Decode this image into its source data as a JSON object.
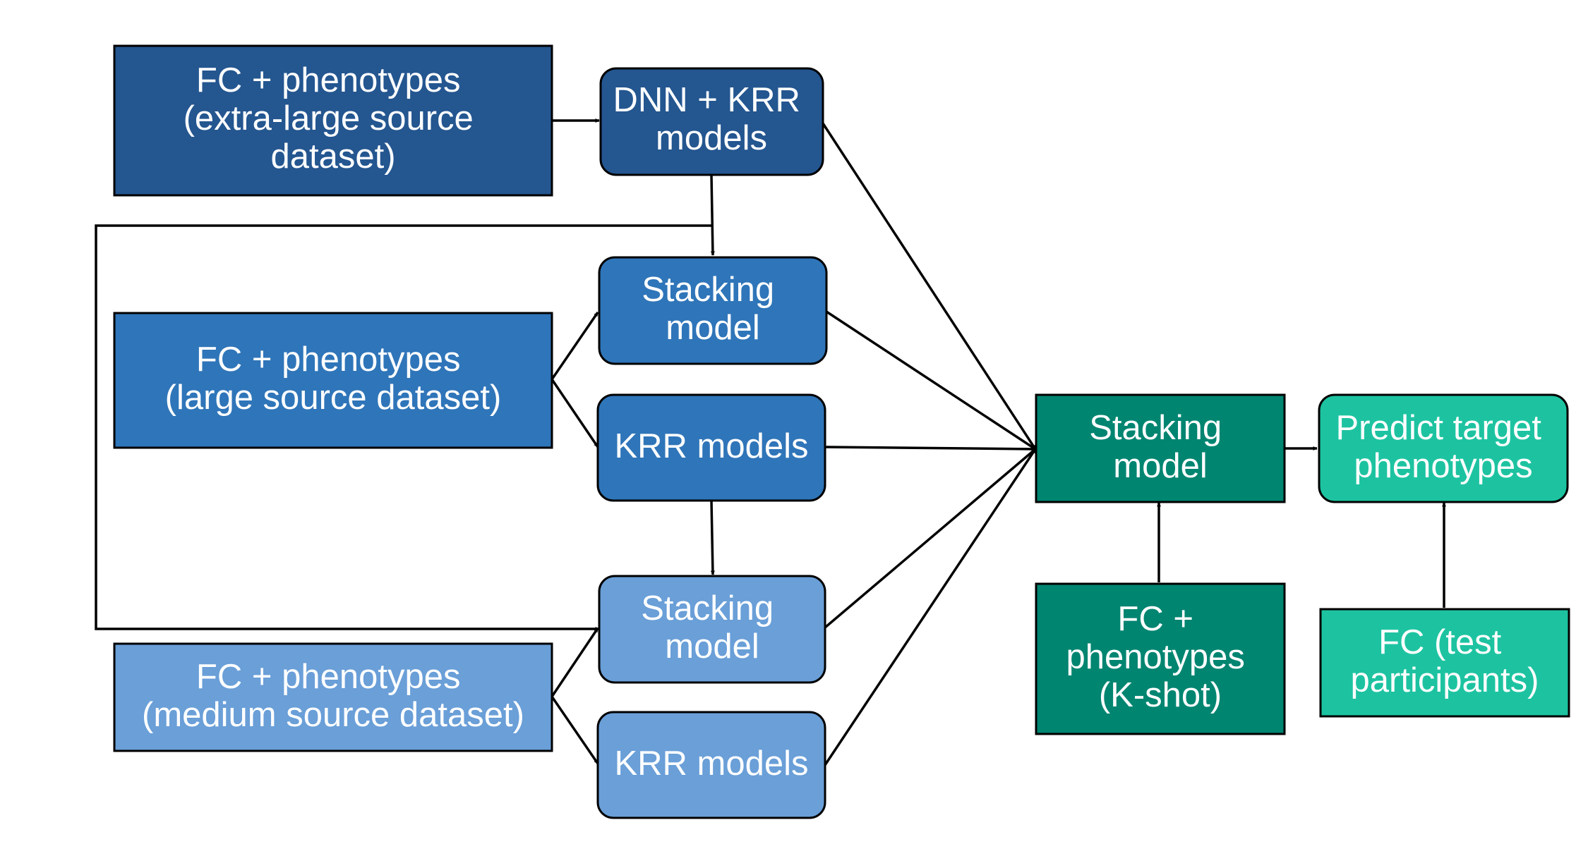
{
  "colors": {
    "dark_blue": "#245690",
    "mid_blue": "#2f75b9",
    "light_blue": "#6a9fd8",
    "dark_teal": "#008571",
    "bright_teal": "#1dc3a1",
    "border": "#000000",
    "arrow": "#000000",
    "text": "#ffffff"
  },
  "boxes": {
    "fc_xl": {
      "lines": [
        "FC + phenotypes",
        "(extra-large source",
        "dataset)"
      ]
    },
    "dnn_krr": {
      "lines": [
        "DNN + KRR",
        "models"
      ]
    },
    "stack_large": {
      "lines": [
        "Stacking",
        "model"
      ]
    },
    "fc_large": {
      "lines": [
        "FC + phenotypes",
        "(large source dataset)"
      ]
    },
    "krr_large": {
      "lines": [
        "KRR models"
      ]
    },
    "stack_medium": {
      "lines": [
        "Stacking",
        "model"
      ]
    },
    "fc_medium": {
      "lines": [
        "FC + phenotypes",
        "(medium source dataset)"
      ]
    },
    "krr_medium": {
      "lines": [
        "KRR models"
      ]
    },
    "stack_final": {
      "lines": [
        "Stacking",
        "model"
      ]
    },
    "fc_kshot": {
      "lines": [
        "FC +",
        "phenotypes",
        "(K-shot)"
      ]
    },
    "predict": {
      "lines": [
        "Predict target",
        "phenotypes"
      ]
    },
    "fc_test": {
      "lines": [
        "FC (test",
        "participants)"
      ]
    }
  }
}
